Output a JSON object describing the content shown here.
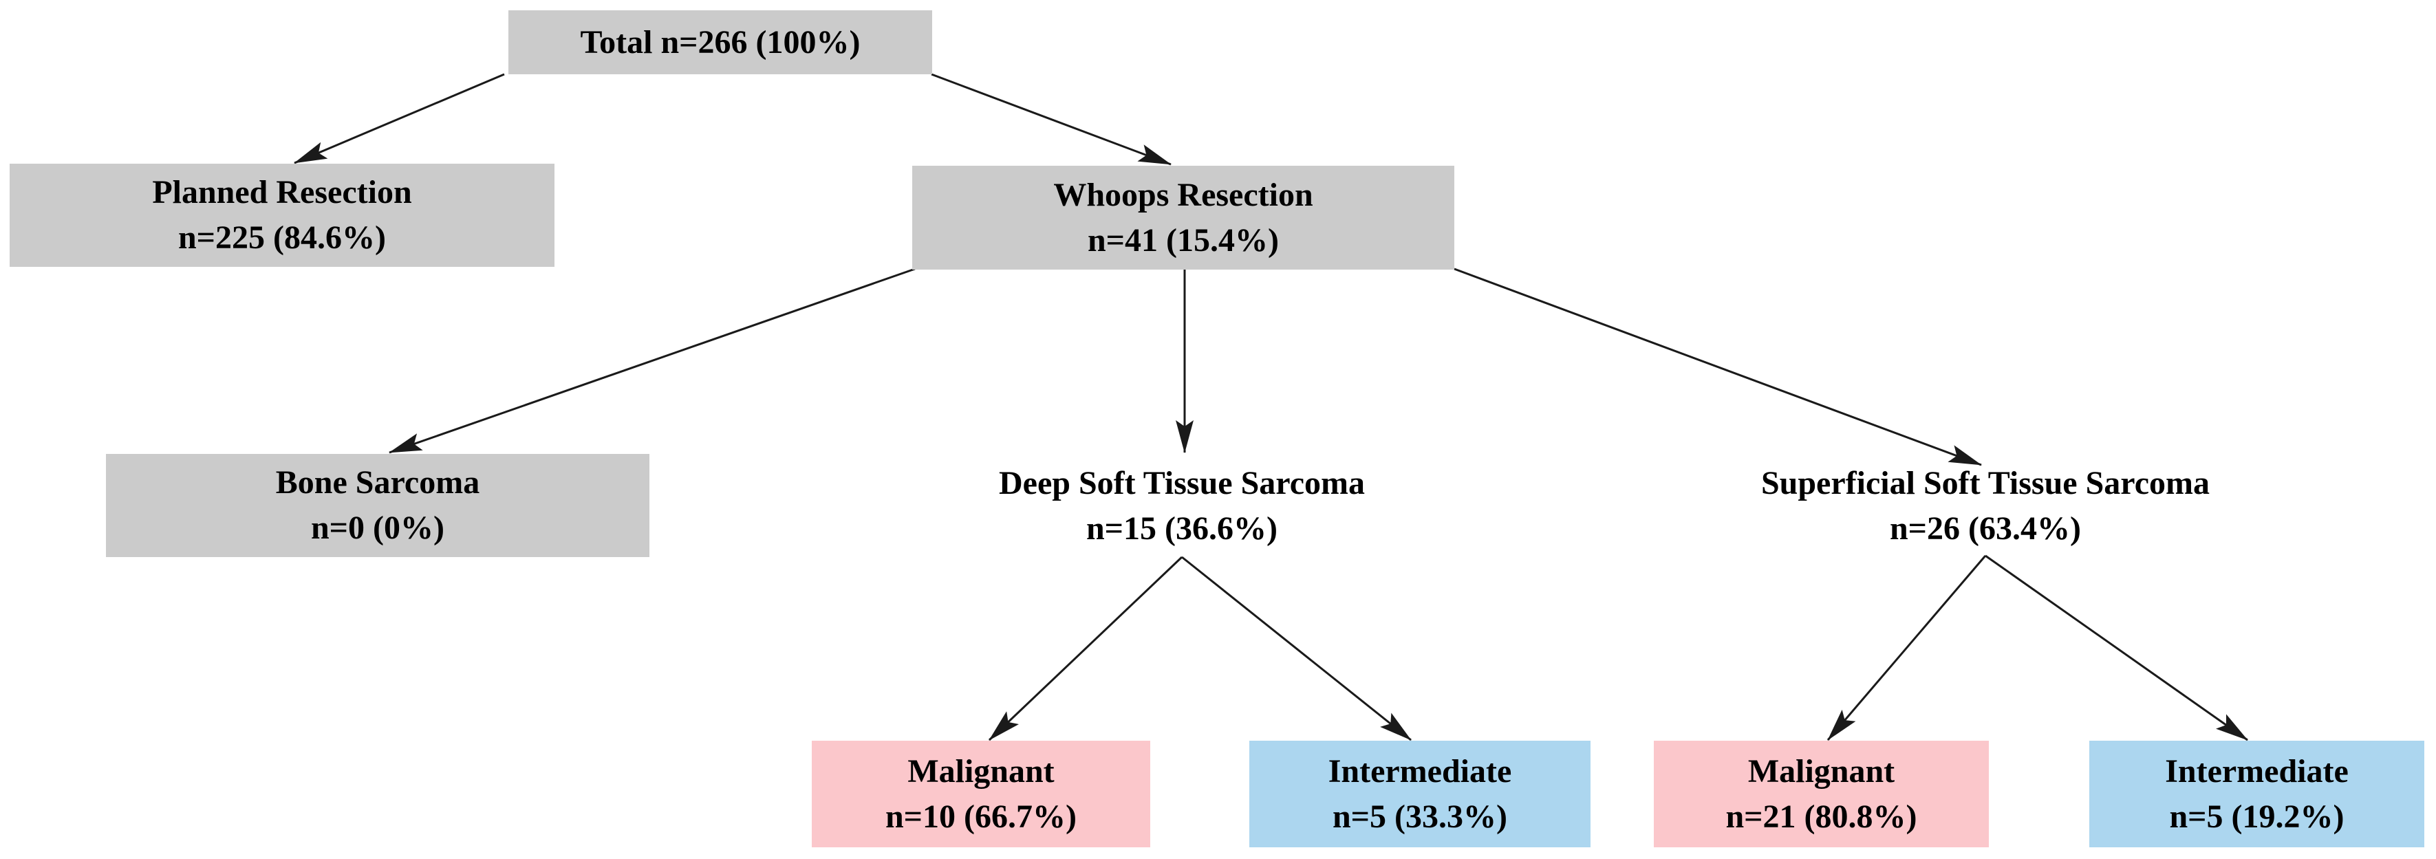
{
  "diagram": {
    "type": "flowchart",
    "nodes": {
      "total": {
        "text": "Total n=266 (100%)",
        "fill": "gray"
      },
      "planned": {
        "line1": "Planned Resection",
        "line2": "n=225 (84.6%)",
        "fill": "gray"
      },
      "whoops": {
        "line1": "Whoops Resection",
        "line2": "n=41 (15.4%)",
        "fill": "gray"
      },
      "bone": {
        "line1": "Bone Sarcoma",
        "line2": "n=0 (0%)",
        "fill": "gray"
      },
      "deep": {
        "line1": "Deep Soft Tissue Sarcoma",
        "line2": "n=15 (36.6%)",
        "fill": "none"
      },
      "superficial": {
        "line1": "Superficial Soft Tissue Sarcoma",
        "line2": "n=26 (63.4%)",
        "fill": "none"
      },
      "deep_malignant": {
        "line1": "Malignant",
        "line2": "n=10 (66.7%)",
        "fill": "pink"
      },
      "deep_intermediate": {
        "line1": "Intermediate",
        "line2": "n=5 (33.3%)",
        "fill": "blue"
      },
      "superficial_malignant": {
        "line1": "Malignant",
        "line2": "n=21 (80.8%)",
        "fill": "pink"
      },
      "superficial_intermediate": {
        "line1": "Intermediate",
        "line2": "n=5 (19.2%)",
        "fill": "blue"
      }
    },
    "edges": [
      {
        "from": "total",
        "to": "planned"
      },
      {
        "from": "total",
        "to": "whoops"
      },
      {
        "from": "whoops",
        "to": "bone"
      },
      {
        "from": "whoops",
        "to": "deep"
      },
      {
        "from": "whoops",
        "to": "superficial"
      },
      {
        "from": "deep",
        "to": "deep_malignant"
      },
      {
        "from": "deep",
        "to": "deep_intermediate"
      },
      {
        "from": "superficial",
        "to": "superficial_malignant"
      },
      {
        "from": "superficial",
        "to": "superficial_intermediate"
      }
    ]
  },
  "colors": {
    "box-gray": "#cbcbcb",
    "box-pink": "#fbc7cb",
    "box-blue": "#acd6ef",
    "line": "#1a1a1a",
    "text": "#000000",
    "background": "#ffffff"
  }
}
